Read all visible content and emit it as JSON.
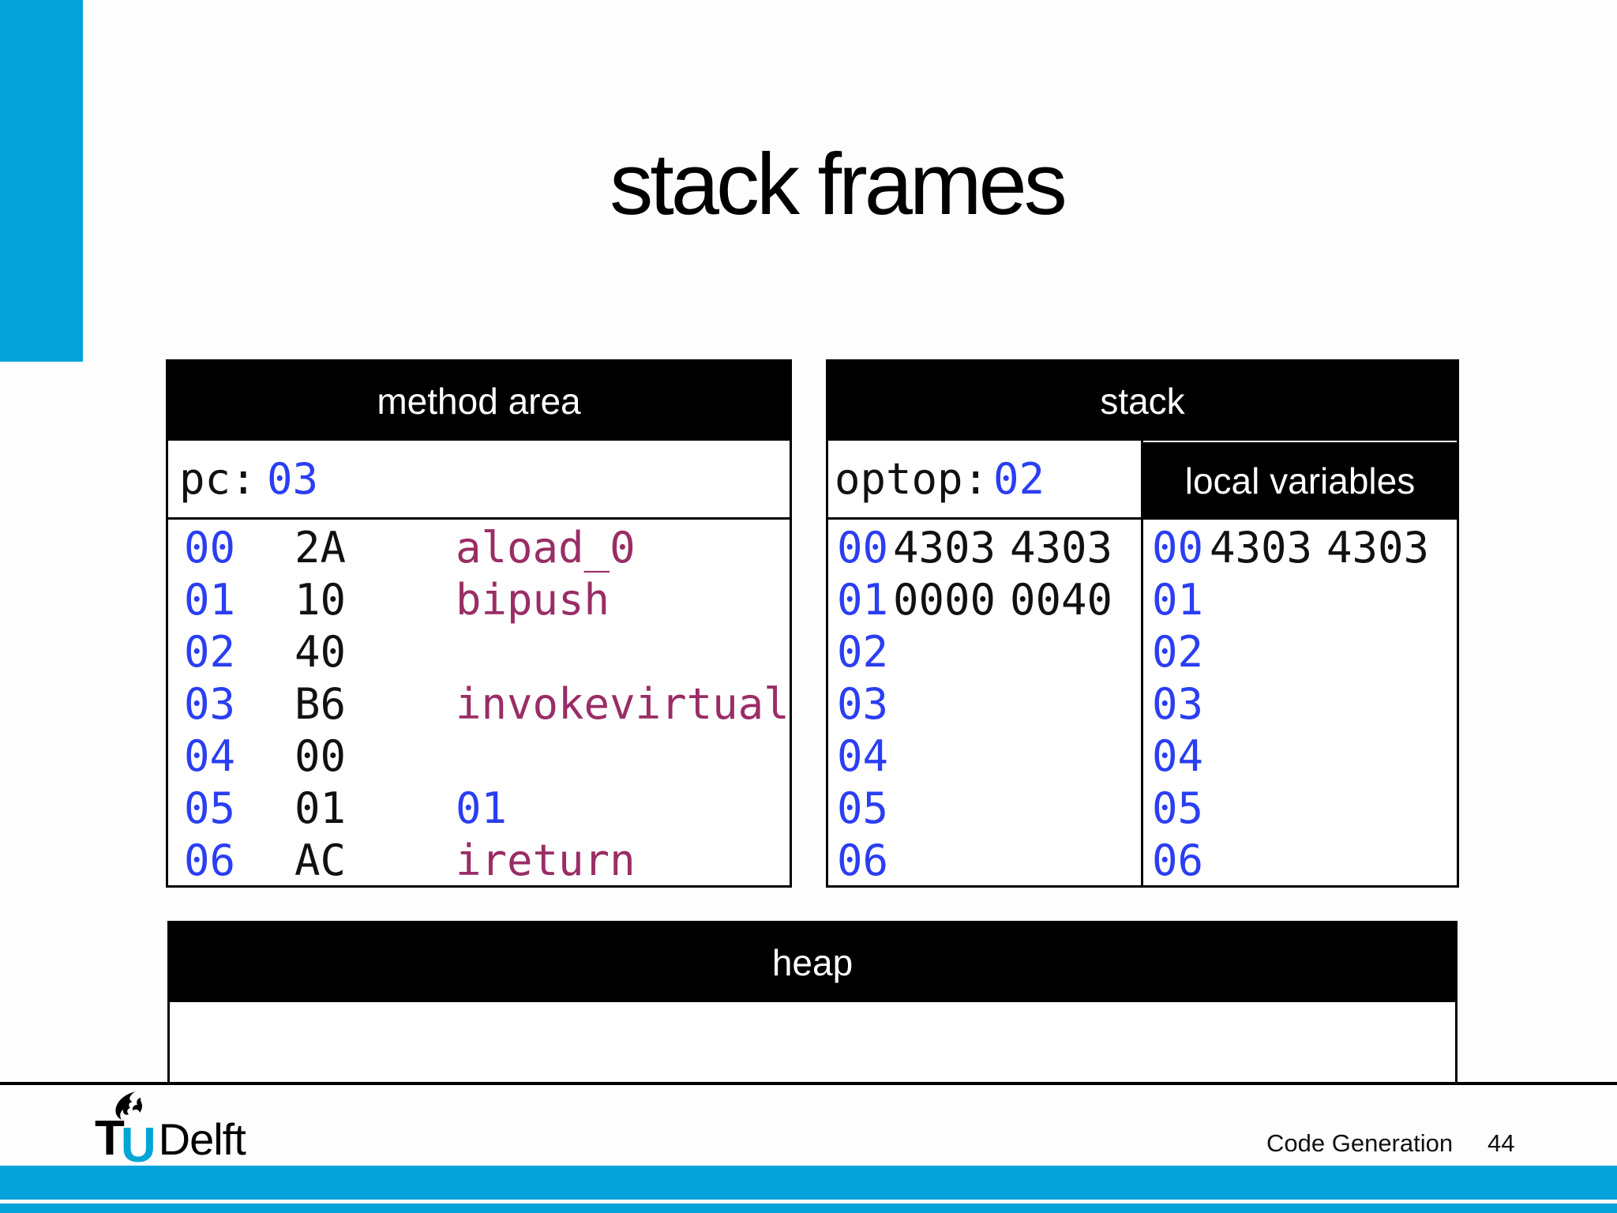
{
  "slide": {
    "title": "stack frames"
  },
  "colors": {
    "accent_cyan": "#05a3da",
    "logo_cyan": "#00a6d6",
    "address_blue": "#2a3ef2",
    "mnemonic_maroon": "#9a2d66",
    "header_bg": "#000000",
    "header_text": "#ffffff"
  },
  "method_area": {
    "header": "method area",
    "pc_label": "pc:",
    "pc_value": "03",
    "rows": [
      {
        "addr": "00",
        "byte": "2A",
        "mnemonic": "aload_0"
      },
      {
        "addr": "01",
        "byte": "10",
        "mnemonic": "bipush"
      },
      {
        "addr": "02",
        "byte": "40",
        "mnemonic": ""
      },
      {
        "addr": "03",
        "byte": "B6",
        "mnemonic": "invokevirtual"
      },
      {
        "addr": "04",
        "byte": "00",
        "mnemonic": ""
      },
      {
        "addr": "05",
        "byte": "01",
        "mnemonic": "01"
      },
      {
        "addr": "06",
        "byte": "AC",
        "mnemonic": "ireturn"
      }
    ]
  },
  "stack": {
    "header": "stack",
    "optop_label": "optop:",
    "optop_value": "02",
    "operand_rows": [
      {
        "addr": "00",
        "val1": "4303",
        "val2": "4303"
      },
      {
        "addr": "01",
        "val1": "0000",
        "val2": "0040"
      },
      {
        "addr": "02",
        "val1": "",
        "val2": ""
      },
      {
        "addr": "03",
        "val1": "",
        "val2": ""
      },
      {
        "addr": "04",
        "val1": "",
        "val2": ""
      },
      {
        "addr": "05",
        "val1": "",
        "val2": ""
      },
      {
        "addr": "06",
        "val1": "",
        "val2": ""
      }
    ],
    "local_variables": {
      "header": "local variables",
      "rows": [
        {
          "addr": "00",
          "val1": "4303",
          "val2": "4303"
        },
        {
          "addr": "01",
          "val1": "",
          "val2": ""
        },
        {
          "addr": "02",
          "val1": "",
          "val2": ""
        },
        {
          "addr": "03",
          "val1": "",
          "val2": ""
        },
        {
          "addr": "04",
          "val1": "",
          "val2": ""
        },
        {
          "addr": "05",
          "val1": "",
          "val2": ""
        },
        {
          "addr": "06",
          "val1": "",
          "val2": ""
        }
      ]
    }
  },
  "heap": {
    "header": "heap"
  },
  "footer": {
    "course": "Code Generation",
    "page": "44",
    "logo": {
      "t": "T",
      "u": "U",
      "delft": "Delft"
    }
  }
}
